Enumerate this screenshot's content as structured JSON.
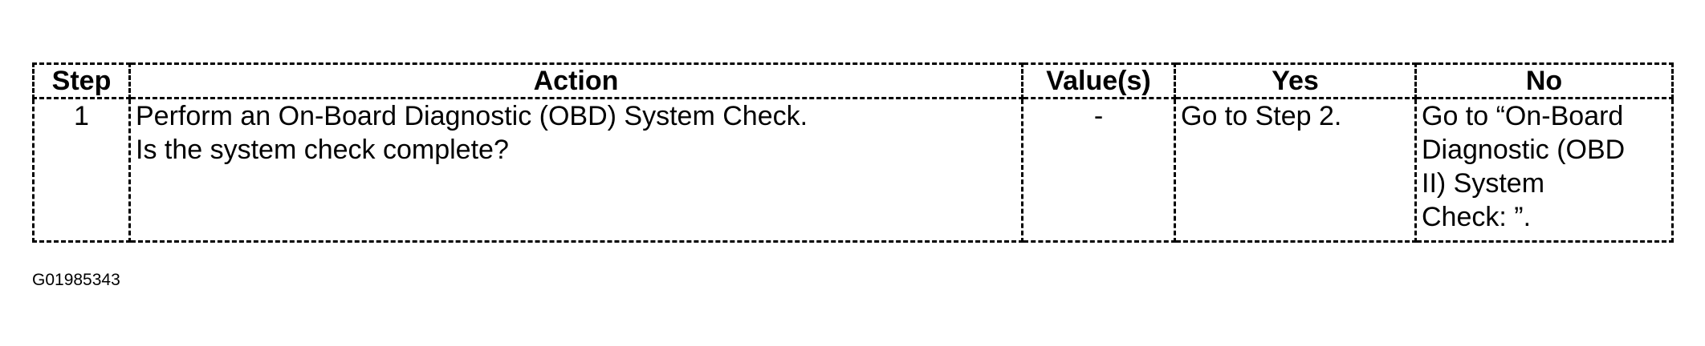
{
  "table": {
    "headers": {
      "step": "Step",
      "action": "Action",
      "values": "Value(s)",
      "yes": "Yes",
      "no": "No"
    },
    "rows": [
      {
        "step": "1",
        "action_lines": [
          "Perform an On-Board Diagnostic (OBD) System Check.",
          "Is the system check complete?"
        ],
        "values": "-",
        "yes": "Go to Step 2.",
        "no_lines": [
          "Go to “On-Board",
          "Diagnostic (OBD",
          "II) System",
          "Check: ”."
        ]
      }
    ]
  },
  "figure_id": "G01985343"
}
